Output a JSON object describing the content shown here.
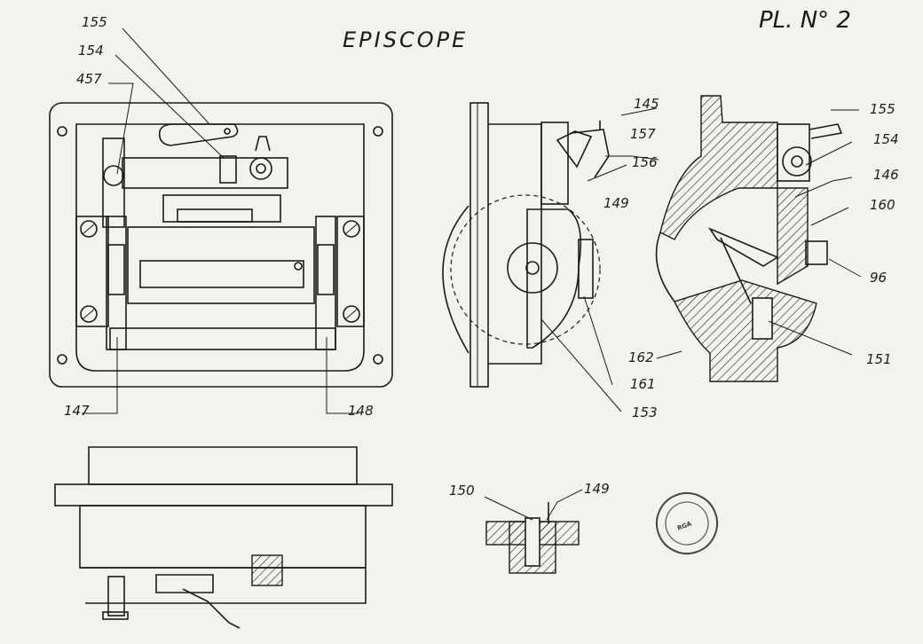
{
  "title": "EPISCOPE",
  "plate": "PL. N° 2",
  "stamp": "RGA",
  "front_labels": {
    "l155": "155",
    "l154": "154",
    "l157": "457",
    "l147": "147",
    "l148": "148"
  },
  "side_labels": {
    "l145": "145",
    "l157": "157",
    "l156": "156",
    "l149": "149",
    "l161": "161",
    "l153": "153"
  },
  "section_labels": {
    "l155": "155",
    "l154": "154",
    "l146": "146",
    "l160": "160",
    "l96": "96",
    "l162": "162",
    "l151": "151"
  },
  "detail_labels": {
    "l150": "150",
    "l149": "149"
  }
}
